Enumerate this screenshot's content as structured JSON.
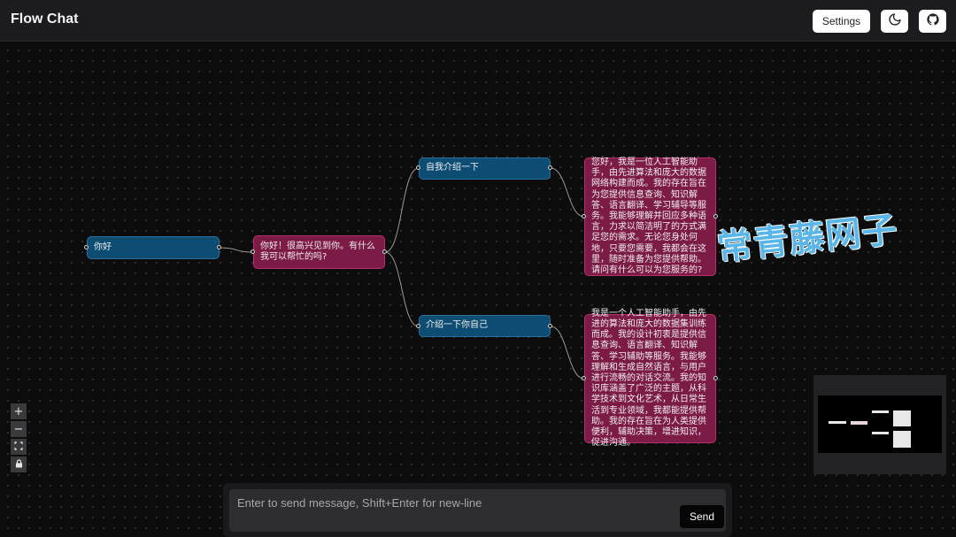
{
  "header": {
    "title": "Flow Chat",
    "settings_label": "Settings",
    "theme_icon": "moon-icon",
    "github_icon": "github-icon"
  },
  "nodes": {
    "n1": "你好",
    "n2": "你好！很高兴见到你。有什么我可以帮忙的吗?",
    "n3": "自我介绍一下",
    "n4": "您好，我是一位人工智能助手，由先进算法和庞大的数据网络构建而成。我的存在旨在为您提供信息查询、知识解答、语言翻译、学习辅导等服务。我能够理解并回应多种语言，力求以简洁明了的方式满足您的需求。无论您身处何地，只要您需要，我都会在这里，随时准备为您提供帮助。请问有什么可以为您服务的?",
    "n5": "介绍一下你自己",
    "n6": "我是一个人工智能助手，由先进的算法和庞大的数据集训练而成。我的设计初衷是提供信息查询、语言翻译、知识解答、学习辅助等服务。我能够理解和生成自然语言，与用户进行流畅的对话交流。我的知识库涵盖了广泛的主题，从科学技术到文化艺术，从日常生活到专业领域，我都能提供帮助。我的存在旨在为人类提供便利，辅助决策，增进知识，促进沟通。"
  },
  "watermark": "常青藤网子",
  "controls": {
    "zoom_in": "+",
    "zoom_out": "−",
    "fit": "⛶",
    "lock": "🔒"
  },
  "composer": {
    "placeholder": "Enter to send message, Shift+Enter for new-line",
    "send_label": "Send"
  },
  "colors": {
    "user_node": "#0e4d73",
    "ai_node": "#7d1b47",
    "canvas": "#0c0c0d"
  }
}
